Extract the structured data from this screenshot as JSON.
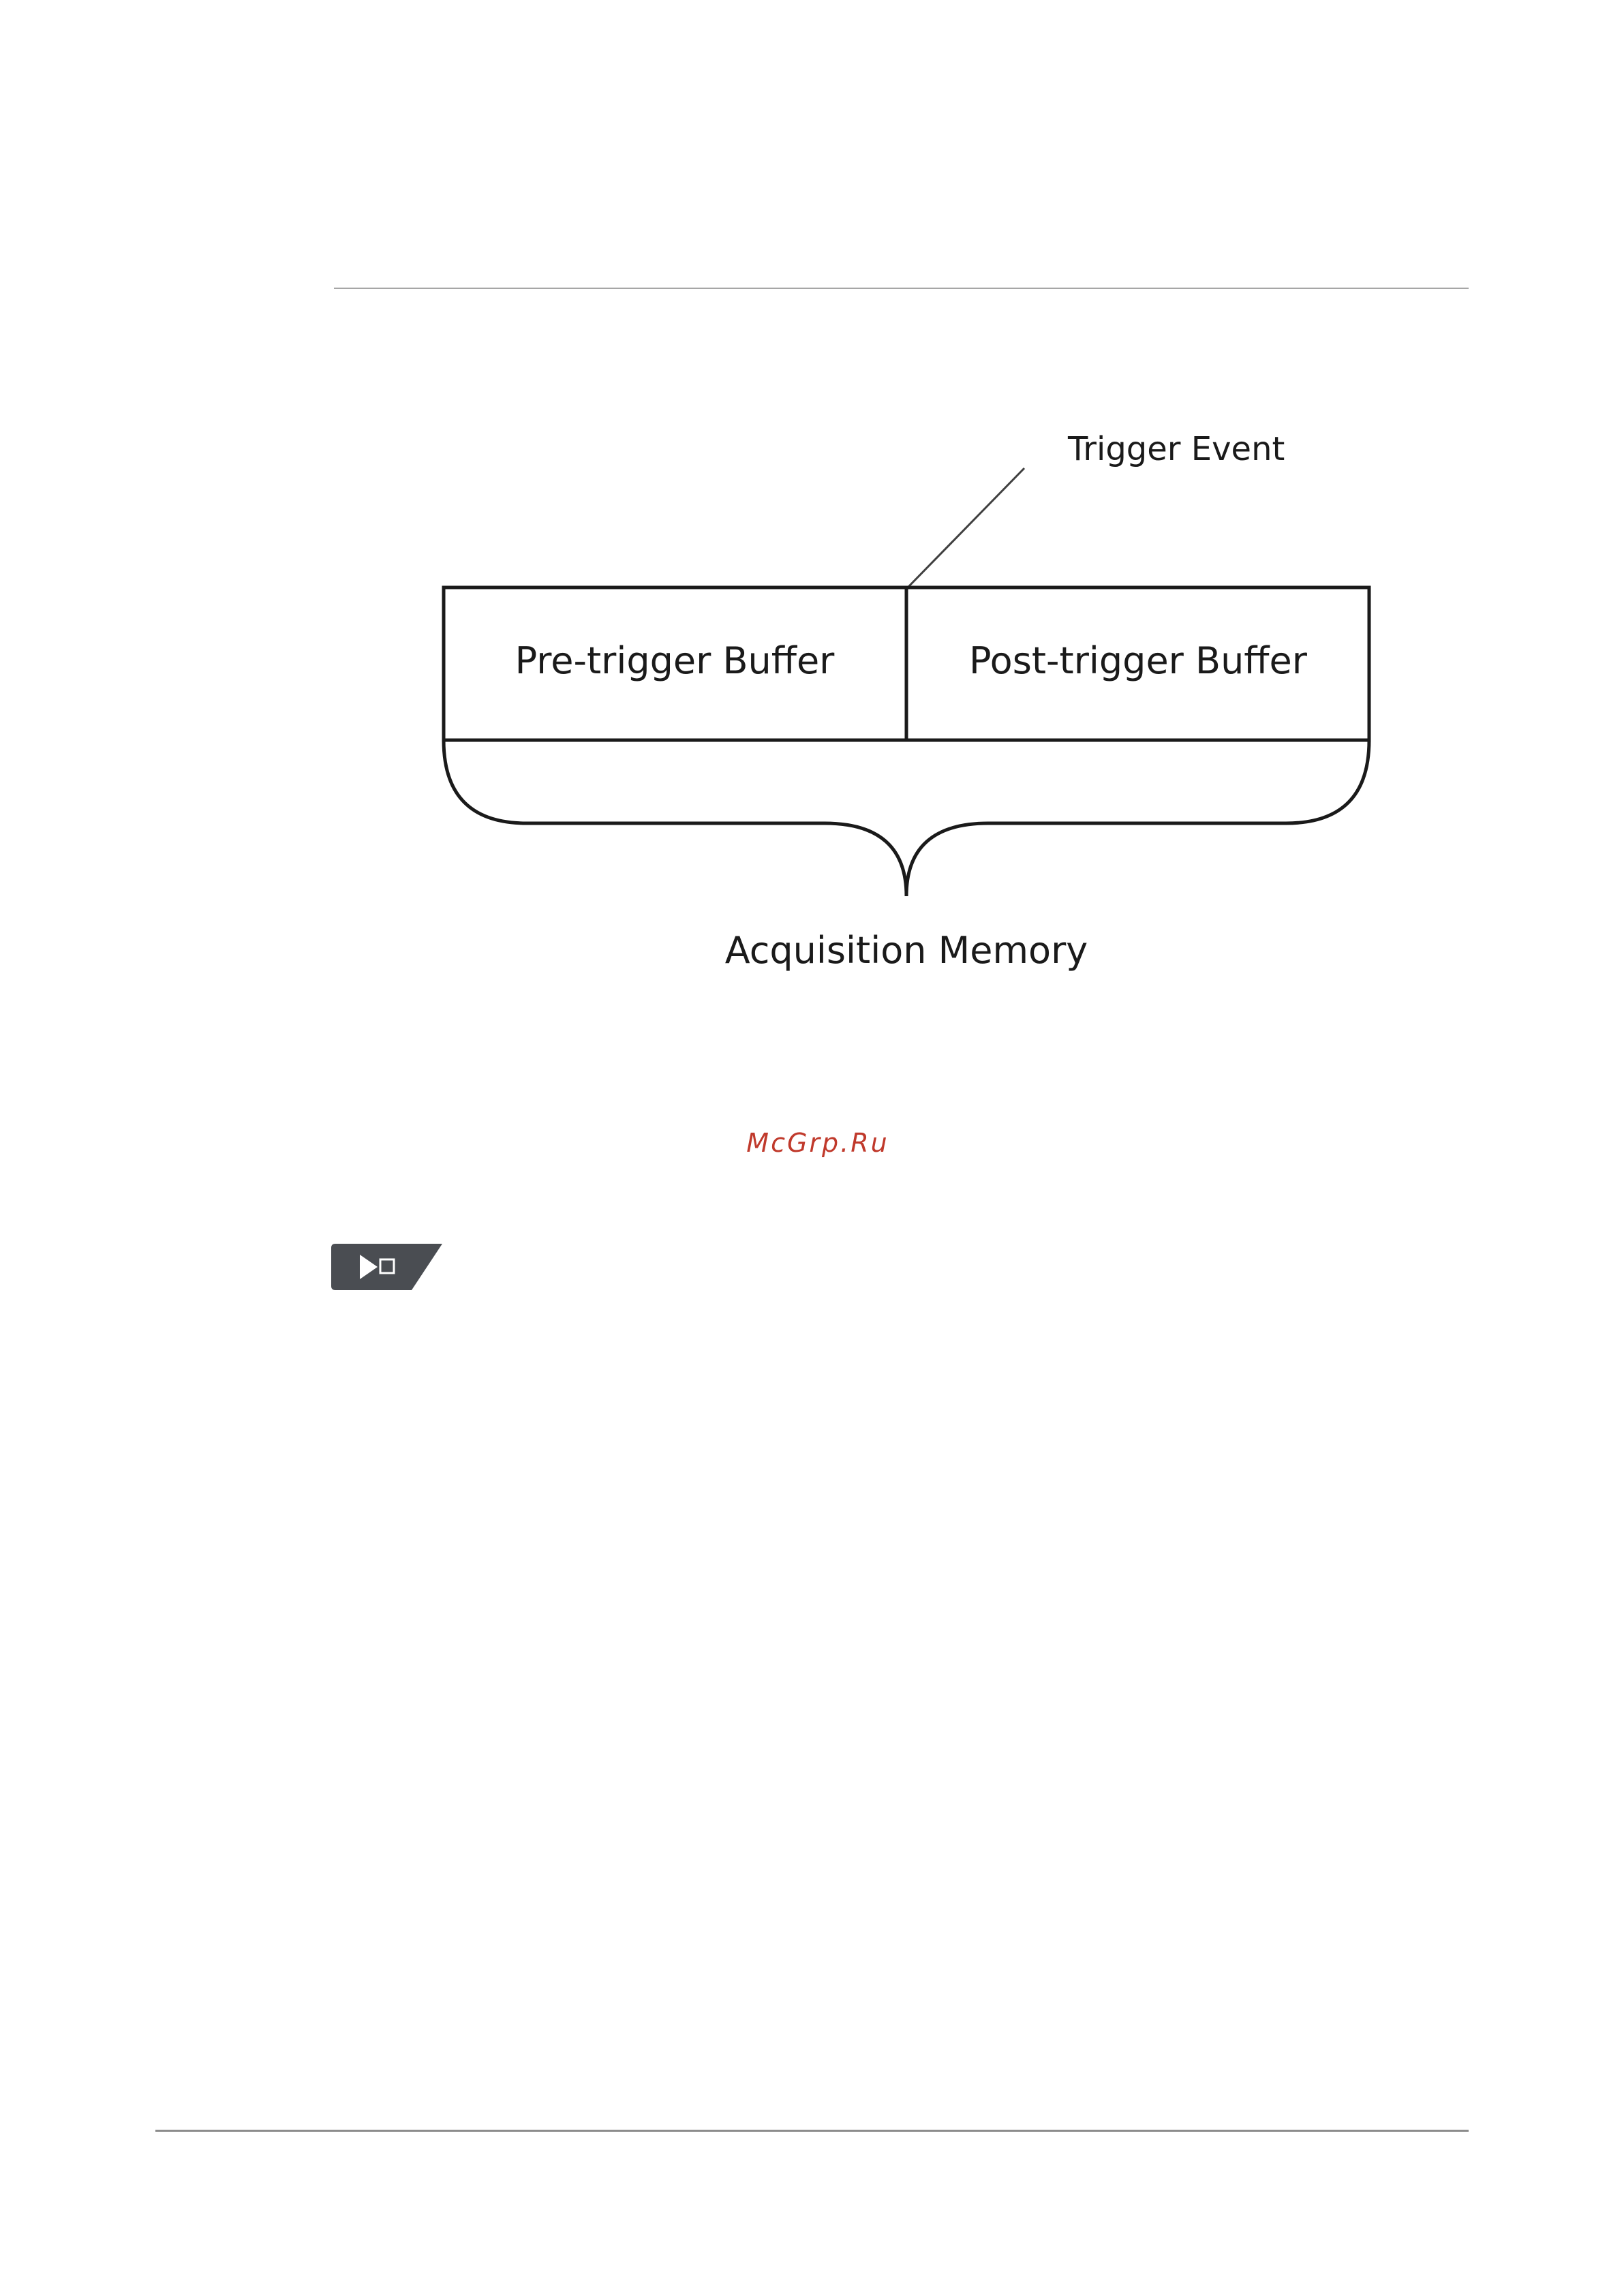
{
  "diagram": {
    "trigger_event_label": "Trigger Event",
    "pre_trigger_label": "Pre-trigger Buffer",
    "post_trigger_label": "Post-trigger Buffer",
    "acquisition_memory_label": "Acquisition Memory",
    "line_color": "#1a1a1a"
  },
  "watermark": {
    "text": "McGrp.Ru",
    "color": "#c0392b"
  },
  "run_stop_key": {
    "icon": "run-stop-icon",
    "color": "#4a4d52"
  }
}
